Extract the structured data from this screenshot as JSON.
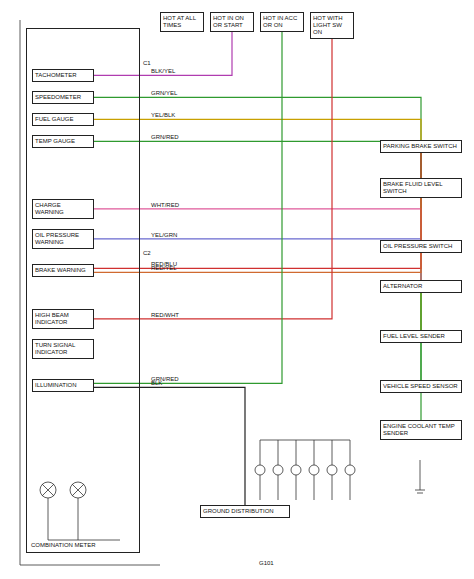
{
  "diagram": {
    "nodes": [
      {
        "text": [
          "COMBINATION METER"
        ]
      },
      {
        "text": [
          "TACHOMETER"
        ],
        "in": 0
      },
      {
        "text": [
          "SPEEDOMETER"
        ],
        "in": 0
      },
      {
        "text": [
          "FUEL GAUGE"
        ],
        "in": 0
      },
      {
        "text": [
          "TEMP GAUGE"
        ],
        "in": 0
      },
      {
        "text": [
          "CHARGE WARNING"
        ],
        "in": 0
      },
      {
        "text": [
          "OIL PRESSURE WARNING"
        ],
        "in": 0
      },
      {
        "text": [
          "BRAKE WARNING"
        ],
        "in": 0
      },
      {
        "text": [
          "HIGH BEAM INDICATOR"
        ],
        "in": 0
      },
      {
        "text": [
          "TURN SIGNAL INDICATOR"
        ],
        "in": 0
      },
      {
        "text": [
          "ILLUMINATION"
        ],
        "in": 0
      },
      {
        "text": [
          "HOT AT ALL TIMES"
        ]
      },
      {
        "text": [
          "HOT IN ON OR START"
        ]
      },
      {
        "text": [
          "HOT IN ACC OR ON"
        ]
      },
      {
        "text": [
          "HOT WITH LIGHT SW ON"
        ]
      },
      {
        "text": [
          "PARKING BRAKE SWITCH"
        ]
      },
      {
        "text": [
          "BRAKE FLUID LEVEL SWITCH"
        ]
      },
      {
        "text": [
          "OIL PRESSURE SWITCH"
        ]
      },
      {
        "text": [
          "ALTERNATOR"
        ]
      },
      {
        "text": [
          "FUEL LEVEL SENDER"
        ]
      },
      {
        "text": [
          "VEHICLE SPEED SENSOR"
        ]
      },
      {
        "text": [
          "ENGINE COOLANT TEMP SENDER"
        ]
      },
      {
        "text": [
          "GROUND DISTRIBUTION"
        ]
      }
    ],
    "edges": [
      {
        "from": 1,
        "to": 12,
        "arrow": "none",
        "label": "BLK/YEL"
      },
      {
        "from": 2,
        "to": 20,
        "arrow": "none",
        "label": "GRN/YEL"
      },
      {
        "from": 3,
        "to": 19,
        "arrow": "none",
        "label": "YEL/BLK"
      },
      {
        "from": 4,
        "to": 21,
        "arrow": "none",
        "label": "GRN/RED"
      },
      {
        "from": 5,
        "to": 18,
        "arrow": "none",
        "label": "WHT/RED"
      },
      {
        "from": 6,
        "to": 17,
        "arrow": "none",
        "label": "YEL/GRN"
      },
      {
        "from": 7,
        "to": 15,
        "arrow": "none",
        "label": "RED/BLU"
      },
      {
        "from": 7,
        "to": 16,
        "arrow": "none",
        "label": "RED/YEL"
      },
      {
        "from": 8,
        "to": 14,
        "arrow": "none",
        "label": "RED/WHT"
      },
      {
        "from": 10,
        "to": 13,
        "arrow": "none",
        "label": "GRN/RED"
      },
      {
        "from": 10,
        "to": 22,
        "arrow": "none",
        "label": "BLK"
      }
    ],
    "labels": [
      "C1",
      "C2",
      "G101"
    ]
  }
}
